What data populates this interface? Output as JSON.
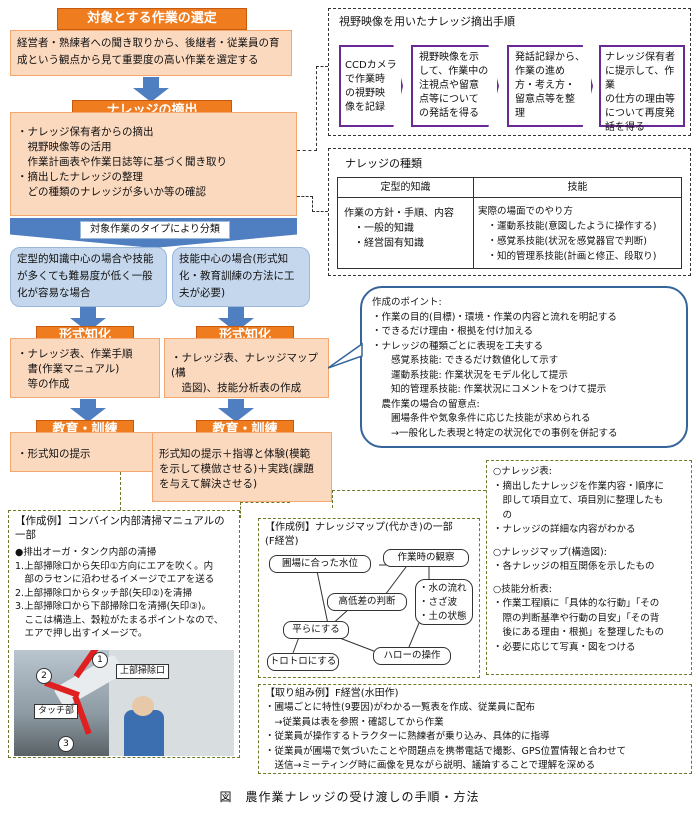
{
  "step1": {
    "title": "対象とする作業の選定",
    "body": "経営者・熟練者への聞き取りから、後継者・従業員の育成という観点から見て重要度の高い作業を選定する"
  },
  "step2": {
    "title": "ナレッジの摘出",
    "lines": [
      "・ナレッジ保有者からの摘出",
      "　視野映像等の活用",
      "　作業計画表や作業日誌等に基づく聞き取り",
      "・摘出したナレッジの整理",
      "　どの種類のナレッジが多いか等の確認"
    ]
  },
  "classify_label": "対象作業のタイプにより分類",
  "branch_left": "定型的知識中心の場合や技能が多くても難易度が低く一般化が容易な場合",
  "branch_right": "技能中心の場合(形式知化・教育訓練の方法に工夫が必要)",
  "left_formal": {
    "title": "形式知化",
    "lines": [
      "・ナレッジ表、作業手順",
      "　書(作業マニュアル)",
      "　等の作成"
    ]
  },
  "right_formal": {
    "title": "形式知化",
    "lines": [
      "・ナレッジ表、ナレッジマップ(構",
      "　造図)、技能分析表の作成"
    ]
  },
  "left_edu": {
    "title": "教育・訓練",
    "lines": [
      "・形式知の提示"
    ]
  },
  "right_edu": {
    "title": "教育・訓練",
    "lines": [
      "形式知の提示＋指導と体験(模範",
      "を示して模倣させる)＋実践(課題",
      "を与えて解決させる)"
    ]
  },
  "video": {
    "title": "視野映像を用いたナレッジ摘出手順",
    "steps": [
      [
        "CCDカメラ",
        "で作業時",
        "の視野映",
        "像を記録"
      ],
      [
        "視野映像を示",
        "して、作業中の",
        "注視点や留意",
        "点等について",
        "の発話を得る"
      ],
      [
        "発話記録から、",
        "作業の進め",
        "方・考え方・",
        "留意点等を整",
        "理"
      ],
      [
        "ナレッジ保有者",
        "に提示して、作業",
        "の仕方の理由等",
        "について再度発",
        "話を得る"
      ]
    ]
  },
  "types": {
    "title": "ナレッジの種類",
    "col1_head": "定型的知識",
    "col2_head": "技能",
    "col1_lines": [
      "作業の方針・手順、内容",
      "　・一般的知識",
      "　・経営固有知識"
    ],
    "col2_lines": [
      "実際の場面でのやり方",
      "　・運動系技能(意図したように操作する)",
      "　・感覚系技能(状況を感覚器官で判断)",
      "　・知的管理系技能(計画と修正、段取り)"
    ]
  },
  "points": {
    "lines": [
      "作成のポイント:",
      "・作業の目的(目標)・環境・作業の内容と流れを明記する",
      "・できるだけ理由・根拠を付け加える",
      "・ナレッジの種類ごとに表現を工夫する",
      "　　感覚系技能: できるだけ数値化して示す",
      "　　運動系技能: 作業状況をモデル化して提示",
      "　　知的管理系技能: 作業状況にコメントをつけて提示",
      "　農作業の場合の留意点:",
      "　　圃場条件や気象条件に応じた技能が求められる",
      "　　→一般化した表現と特定の状況化での事例を併記する"
    ]
  },
  "example1": {
    "title": "【作成例】コンバイン内部清掃マニュアルの一部",
    "lines": [
      "●排出オーガ・タンク内部の清掃",
      "1.上部掃除口から矢印①方向にエアを吹く。内",
      "　部のラセンに沿わせるイメージでエアを送る",
      "2.上部掃除口からタッチ部(矢印②)を清掃",
      "3.上部掃除口から下部掃除口を清掃(矢印③)。",
      "　ここは構造上、穀粒がたまるポイントなので、",
      "　エアで押し出すイメージで。"
    ],
    "photo_labels": {
      "top_port": "上部掃除口",
      "touch": "タッチ部",
      "n1": "1",
      "n2": "2",
      "n3": "3"
    }
  },
  "example2": {
    "title": "【作成例】ナレッジマップ(代かき)の一部",
    "sub": "(F経営)",
    "nodes": {
      "field": "圃場に合った水位",
      "observe": "作業時の観察",
      "flow": [
        "・水の流れ",
        "・さざ波",
        "・土の状態"
      ],
      "height": "高低差の判断",
      "flat": "平らにする",
      "toro": "トロトロにする",
      "harrow": "ハローの操作"
    }
  },
  "notes": {
    "lines": [
      "○ナレッジ表:",
      "・摘出したナレッジを作業内容・順序に",
      "　即して項目立て、項目別に整理したも",
      "　の",
      "・ナレッジの詳細な内容がわかる",
      "",
      "○ナレッジマップ(構造図):",
      "・各ナレッジの相互関係を示したもの",
      "",
      "○技能分析表:",
      "・作業工程順に「具体的な行動」「その",
      "　際の判断基準や行動の目安」「その背",
      "　後にある理由・根拠」を整理したもの",
      "・必要に応じて写真・図をつける"
    ]
  },
  "example3": {
    "title": "【取り組み例】F経営(水田作)",
    "lines": [
      "・圃場ごとに特性(9要因)がわかる一覧表を作成、従業員に配布",
      "　→従業員は表を参照・確認してから作業",
      "・従業員が操作するトラクターに熟練者が乗り込み、具体的に指導",
      "・従業員が圃場で気づいたことや問題点を携帯電話で撮影、GPS位置情報と合わせて",
      "　送信→ミーティング時に画像を見ながら説明、議論することで理解を深める"
    ]
  },
  "caption": "図　農作業ナレッジの受け渡しの手順・方法",
  "colors": {
    "orange": "#f07c20",
    "peach": "#fbd9bf",
    "blue": "#c5d7ec",
    "arrow": "#4f7fc0",
    "purple": "#6a2a96"
  }
}
